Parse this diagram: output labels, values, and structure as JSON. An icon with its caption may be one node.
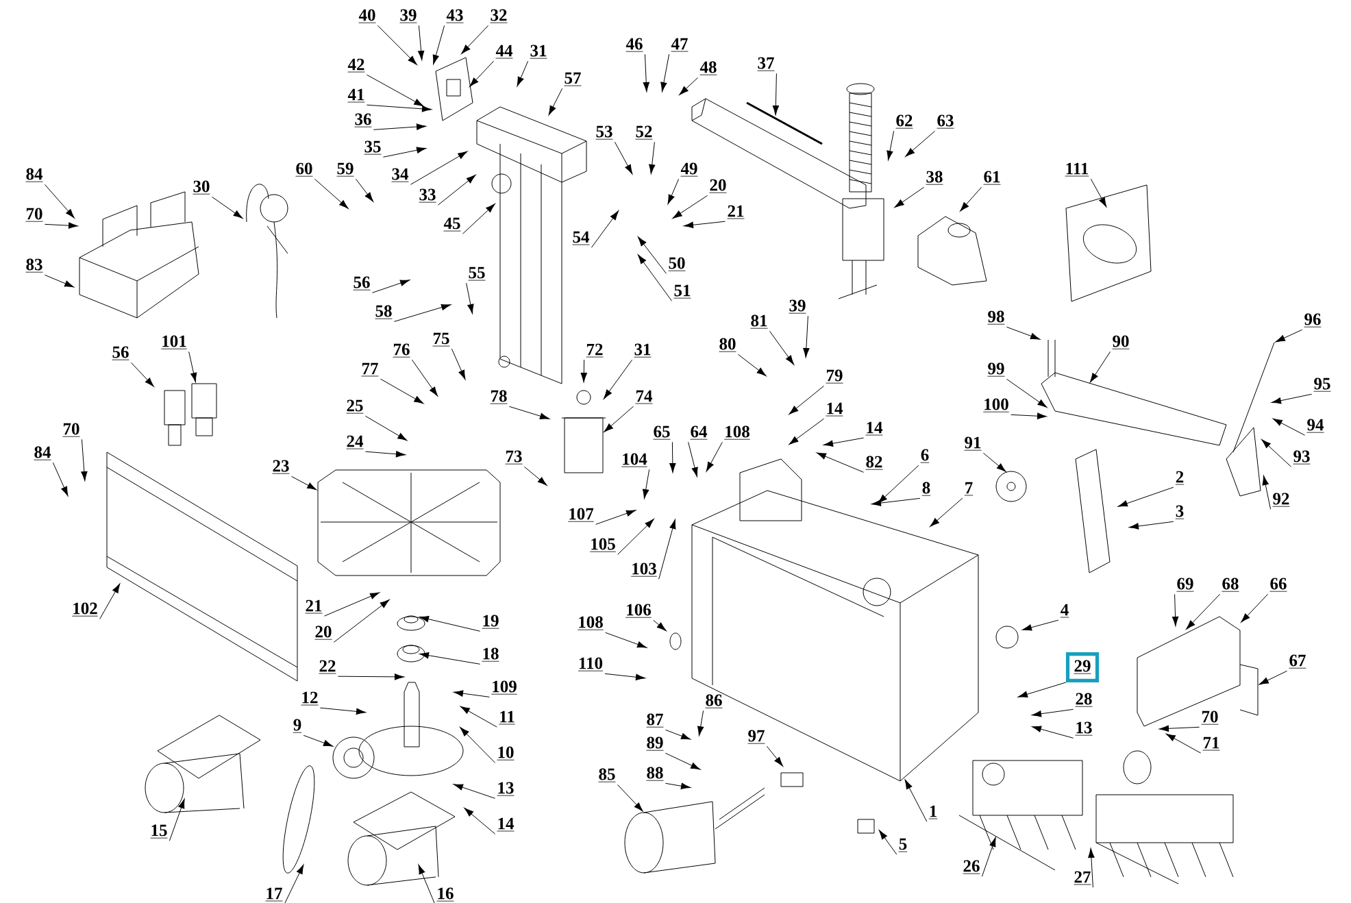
{
  "diagram": {
    "nodes": [
      {
        "text": [
          "40"
        ]
      },
      {
        "text": [
          "39"
        ]
      },
      {
        "text": [
          "43"
        ]
      },
      {
        "text": [
          "32"
        ]
      },
      {
        "text": [
          "42"
        ]
      },
      {
        "text": [
          "44"
        ]
      },
      {
        "text": [
          "31"
        ]
      },
      {
        "text": [
          "41"
        ]
      },
      {
        "text": [
          "36"
        ]
      },
      {
        "text": [
          "57"
        ]
      },
      {
        "text": [
          "35"
        ]
      },
      {
        "text": [
          "34"
        ]
      },
      {
        "text": [
          "33"
        ]
      },
      {
        "text": [
          "45"
        ]
      },
      {
        "text": [
          "84"
        ]
      },
      {
        "text": [
          "70"
        ]
      },
      {
        "text": [
          "83"
        ]
      },
      {
        "text": [
          "30"
        ]
      },
      {
        "text": [
          "60"
        ]
      },
      {
        "text": [
          "59"
        ]
      },
      {
        "text": [
          "46"
        ]
      },
      {
        "text": [
          "47"
        ]
      },
      {
        "text": [
          "48"
        ]
      },
      {
        "text": [
          "37"
        ]
      },
      {
        "text": [
          "53"
        ]
      },
      {
        "text": [
          "52"
        ]
      },
      {
        "text": [
          "49"
        ]
      },
      {
        "text": [
          "20"
        ]
      },
      {
        "text": [
          "21"
        ]
      },
      {
        "text": [
          "54"
        ]
      },
      {
        "text": [
          "50"
        ]
      },
      {
        "text": [
          "51"
        ]
      },
      {
        "text": [
          "62"
        ]
      },
      {
        "text": [
          "63"
        ]
      },
      {
        "text": [
          "38"
        ]
      },
      {
        "text": [
          "61"
        ]
      },
      {
        "text": [
          "111"
        ]
      },
      {
        "text": [
          "56"
        ]
      },
      {
        "text": [
          "58"
        ]
      },
      {
        "text": [
          "55"
        ]
      },
      {
        "text": [
          "101"
        ]
      },
      {
        "text": [
          "56"
        ]
      },
      {
        "text": [
          "76"
        ]
      },
      {
        "text": [
          "75"
        ]
      },
      {
        "text": [
          "77"
        ]
      },
      {
        "text": [
          "72"
        ]
      },
      {
        "text": [
          "31"
        ]
      },
      {
        "text": [
          "80"
        ]
      },
      {
        "text": [
          "81"
        ]
      },
      {
        "text": [
          "39"
        ]
      },
      {
        "text": [
          "79"
        ]
      },
      {
        "text": [
          "14"
        ]
      },
      {
        "text": [
          "14"
        ]
      },
      {
        "text": [
          "82"
        ]
      },
      {
        "text": [
          "74"
        ]
      },
      {
        "text": [
          "78"
        ]
      },
      {
        "text": [
          "98"
        ]
      },
      {
        "text": [
          "90"
        ]
      },
      {
        "text": [
          "96"
        ]
      },
      {
        "text": [
          "99"
        ]
      },
      {
        "text": [
          "100"
        ]
      },
      {
        "text": [
          "95"
        ]
      },
      {
        "text": [
          "94"
        ]
      },
      {
        "text": [
          "93"
        ]
      },
      {
        "text": [
          "92"
        ]
      },
      {
        "text": [
          "91"
        ]
      },
      {
        "text": [
          "25"
        ]
      },
      {
        "text": [
          "24"
        ]
      },
      {
        "text": [
          "84"
        ]
      },
      {
        "text": [
          "70"
        ]
      },
      {
        "text": [
          "6"
        ]
      },
      {
        "text": [
          "8"
        ]
      },
      {
        "text": [
          "7"
        ]
      },
      {
        "text": [
          "2"
        ]
      },
      {
        "text": [
          "3"
        ]
      },
      {
        "text": [
          "23"
        ]
      },
      {
        "text": [
          "65"
        ]
      },
      {
        "text": [
          "64"
        ]
      },
      {
        "text": [
          "108"
        ]
      },
      {
        "text": [
          "73"
        ]
      },
      {
        "text": [
          "104"
        ]
      },
      {
        "text": [
          "107"
        ]
      },
      {
        "text": [
          "105"
        ]
      },
      {
        "text": [
          "103"
        ]
      },
      {
        "text": [
          "102"
        ]
      },
      {
        "text": [
          "21"
        ]
      },
      {
        "text": [
          "20"
        ]
      },
      {
        "text": [
          "19"
        ]
      },
      {
        "text": [
          "18"
        ]
      },
      {
        "text": [
          "22"
        ]
      },
      {
        "text": [
          "106"
        ]
      },
      {
        "text": [
          "108"
        ]
      },
      {
        "text": [
          "4"
        ]
      },
      {
        "text": [
          "69"
        ]
      },
      {
        "text": [
          "68"
        ]
      },
      {
        "text": [
          "66"
        ]
      },
      {
        "text": [
          "29"
        ]
      },
      {
        "text": [
          "109"
        ]
      },
      {
        "text": [
          "110"
        ]
      },
      {
        "text": [
          "67"
        ]
      },
      {
        "text": [
          "12"
        ]
      },
      {
        "text": [
          "11"
        ]
      },
      {
        "text": [
          "28"
        ]
      },
      {
        "text": [
          "87"
        ]
      },
      {
        "text": [
          "86"
        ]
      },
      {
        "text": [
          "9"
        ]
      },
      {
        "text": [
          "10"
        ]
      },
      {
        "text": [
          "13"
        ]
      },
      {
        "text": [
          "70"
        ]
      },
      {
        "text": [
          "89"
        ]
      },
      {
        "text": [
          "71"
        ]
      },
      {
        "text": [
          "97"
        ]
      },
      {
        "text": [
          "88"
        ]
      },
      {
        "text": [
          "13"
        ]
      },
      {
        "text": [
          "85"
        ]
      },
      {
        "text": [
          "1"
        ]
      },
      {
        "text": [
          "14"
        ]
      },
      {
        "text": [
          "5"
        ]
      },
      {
        "text": [
          "15"
        ]
      },
      {
        "text": [
          "26"
        ]
      },
      {
        "text": [
          "17"
        ]
      },
      {
        "text": [
          "16"
        ]
      },
      {
        "text": [
          "27"
        ]
      }
    ],
    "edges": [
      {
        "from": 0,
        "to": null,
        "arrow": "to"
      },
      {
        "from": 1,
        "to": null,
        "arrow": "to"
      },
      {
        "from": 2,
        "to": null,
        "arrow": "to"
      },
      {
        "from": 3,
        "to": null,
        "arrow": "to"
      },
      {
        "from": 4,
        "to": null,
        "arrow": "to"
      },
      {
        "from": 5,
        "to": null,
        "arrow": "to"
      },
      {
        "from": 6,
        "to": null,
        "arrow": "to"
      },
      {
        "from": 7,
        "to": null,
        "arrow": "to"
      },
      {
        "from": 8,
        "to": null,
        "arrow": "to"
      },
      {
        "from": 9,
        "to": null,
        "arrow": "to"
      },
      {
        "from": 10,
        "to": null,
        "arrow": "to"
      },
      {
        "from": 11,
        "to": null,
        "arrow": "to"
      },
      {
        "from": 12,
        "to": null,
        "arrow": "to"
      },
      {
        "from": 13,
        "to": null,
        "arrow": "to"
      },
      {
        "from": 14,
        "to": null,
        "arrow": "to"
      },
      {
        "from": 15,
        "to": null,
        "arrow": "to"
      },
      {
        "from": 16,
        "to": null,
        "arrow": "to"
      },
      {
        "from": 17,
        "to": null,
        "arrow": "to"
      },
      {
        "from": 18,
        "to": null,
        "arrow": "to"
      },
      {
        "from": 19,
        "to": null,
        "arrow": "to"
      },
      {
        "from": 20,
        "to": null,
        "arrow": "to"
      },
      {
        "from": 21,
        "to": null,
        "arrow": "to"
      },
      {
        "from": 22,
        "to": null,
        "arrow": "to"
      },
      {
        "from": 23,
        "to": null,
        "arrow": "to"
      },
      {
        "from": 24,
        "to": null,
        "arrow": "to"
      },
      {
        "from": 25,
        "to": null,
        "arrow": "to"
      },
      {
        "from": 26,
        "to": null,
        "arrow": "to"
      },
      {
        "from": 27,
        "to": null,
        "arrow": "to"
      },
      {
        "from": 28,
        "to": null,
        "arrow": "to"
      },
      {
        "from": 29,
        "to": null,
        "arrow": "to"
      },
      {
        "from": 30,
        "to": null,
        "arrow": "to"
      },
      {
        "from": 31,
        "to": null,
        "arrow": "to"
      },
      {
        "from": 32,
        "to": null,
        "arrow": "to"
      },
      {
        "from": 33,
        "to": null,
        "arrow": "to"
      },
      {
        "from": 34,
        "to": null,
        "arrow": "to"
      },
      {
        "from": 35,
        "to": null,
        "arrow": "to"
      },
      {
        "from": 36,
        "to": null,
        "arrow": "to"
      },
      {
        "from": 37,
        "to": null,
        "arrow": "to"
      },
      {
        "from": 38,
        "to": null,
        "arrow": "to"
      },
      {
        "from": 39,
        "to": null,
        "arrow": "to"
      },
      {
        "from": 40,
        "to": null,
        "arrow": "to"
      },
      {
        "from": 41,
        "to": null,
        "arrow": "to"
      },
      {
        "from": 42,
        "to": null,
        "arrow": "to"
      },
      {
        "from": 43,
        "to": null,
        "arrow": "to"
      },
      {
        "from": 44,
        "to": null,
        "arrow": "to"
      },
      {
        "from": 45,
        "to": null,
        "arrow": "to"
      },
      {
        "from": 46,
        "to": null,
        "arrow": "to"
      },
      {
        "from": 47,
        "to": null,
        "arrow": "to"
      },
      {
        "from": 48,
        "to": null,
        "arrow": "to"
      },
      {
        "from": 49,
        "to": null,
        "arrow": "to"
      },
      {
        "from": 50,
        "to": null,
        "arrow": "to"
      },
      {
        "from": 51,
        "to": null,
        "arrow": "to"
      },
      {
        "from": 52,
        "to": null,
        "arrow": "to"
      },
      {
        "from": 53,
        "to": null,
        "arrow": "to"
      },
      {
        "from": 54,
        "to": null,
        "arrow": "to"
      },
      {
        "from": 55,
        "to": null,
        "arrow": "to"
      },
      {
        "from": 56,
        "to": null,
        "arrow": "to"
      },
      {
        "from": 57,
        "to": null,
        "arrow": "to"
      },
      {
        "from": 58,
        "to": null,
        "arrow": "to"
      },
      {
        "from": 59,
        "to": null,
        "arrow": "to"
      },
      {
        "from": 60,
        "to": null,
        "arrow": "to"
      },
      {
        "from": 61,
        "to": null,
        "arrow": "to"
      },
      {
        "from": 62,
        "to": null,
        "arrow": "to"
      },
      {
        "from": 63,
        "to": null,
        "arrow": "to"
      },
      {
        "from": 64,
        "to": null,
        "arrow": "to"
      },
      {
        "from": 65,
        "to": null,
        "arrow": "to"
      },
      {
        "from": 66,
        "to": null,
        "arrow": "to"
      },
      {
        "from": 67,
        "to": null,
        "arrow": "to"
      },
      {
        "from": 68,
        "to": null,
        "arrow": "to"
      },
      {
        "from": 69,
        "to": null,
        "arrow": "to"
      },
      {
        "from": 70,
        "to": null,
        "arrow": "to"
      },
      {
        "from": 71,
        "to": null,
        "arrow": "to"
      },
      {
        "from": 72,
        "to": null,
        "arrow": "to"
      },
      {
        "from": 73,
        "to": null,
        "arrow": "to"
      },
      {
        "from": 74,
        "to": null,
        "arrow": "to"
      },
      {
        "from": 75,
        "to": null,
        "arrow": "to"
      },
      {
        "from": 76,
        "to": null,
        "arrow": "to"
      },
      {
        "from": 77,
        "to": null,
        "arrow": "to"
      },
      {
        "from": 78,
        "to": null,
        "arrow": "to"
      },
      {
        "from": 79,
        "to": null,
        "arrow": "to"
      },
      {
        "from": 80,
        "to": null,
        "arrow": "to"
      },
      {
        "from": 81,
        "to": null,
        "arrow": "to"
      },
      {
        "from": 82,
        "to": null,
        "arrow": "to"
      },
      {
        "from": 83,
        "to": null,
        "arrow": "to"
      },
      {
        "from": 84,
        "to": null,
        "arrow": "to"
      },
      {
        "from": 85,
        "to": null,
        "arrow": "to"
      },
      {
        "from": 86,
        "to": null,
        "arrow": "to"
      },
      {
        "from": 87,
        "to": null,
        "arrow": "to"
      },
      {
        "from": 88,
        "to": null,
        "arrow": "to"
      },
      {
        "from": 89,
        "to": null,
        "arrow": "to"
      },
      {
        "from": 90,
        "to": null,
        "arrow": "to"
      },
      {
        "from": 91,
        "to": null,
        "arrow": "to"
      },
      {
        "from": 92,
        "to": null,
        "arrow": "to"
      },
      {
        "from": 93,
        "to": null,
        "arrow": "to"
      },
      {
        "from": 94,
        "to": null,
        "arrow": "to"
      },
      {
        "from": 95,
        "to": null,
        "arrow": "to"
      },
      {
        "from": 96,
        "to": null,
        "arrow": "to"
      },
      {
        "from": 97,
        "to": null,
        "arrow": "to"
      },
      {
        "from": 98,
        "to": null,
        "arrow": "to"
      },
      {
        "from": 99,
        "to": null,
        "arrow": "to"
      },
      {
        "from": 100,
        "to": null,
        "arrow": "to"
      },
      {
        "from": 101,
        "to": null,
        "arrow": "to"
      },
      {
        "from": 102,
        "to": null,
        "arrow": "to"
      },
      {
        "from": 103,
        "to": null,
        "arrow": "to"
      },
      {
        "from": 104,
        "to": null,
        "arrow": "to"
      },
      {
        "from": 105,
        "to": null,
        "arrow": "to"
      },
      {
        "from": 106,
        "to": null,
        "arrow": "to"
      },
      {
        "from": 107,
        "to": null,
        "arrow": "to"
      },
      {
        "from": 108,
        "to": null,
        "arrow": "to"
      },
      {
        "from": 109,
        "to": null,
        "arrow": "to"
      },
      {
        "from": 110,
        "to": null,
        "arrow": "to"
      },
      {
        "from": 111,
        "to": null,
        "arrow": "to"
      },
      {
        "from": 112,
        "to": null,
        "arrow": "to"
      },
      {
        "from": 113,
        "to": null,
        "arrow": "to"
      },
      {
        "from": 114,
        "to": null,
        "arrow": "to"
      },
      {
        "from": 115,
        "to": null,
        "arrow": "to"
      },
      {
        "from": 116,
        "to": null,
        "arrow": "to"
      },
      {
        "from": 117,
        "to": null,
        "arrow": "to"
      },
      {
        "from": 118,
        "to": null,
        "arrow": "to"
      },
      {
        "from": 119,
        "to": null,
        "arrow": "to"
      },
      {
        "from": 120,
        "to": null,
        "arrow": "to"
      },
      {
        "from": 121,
        "to": null,
        "arrow": "to"
      },
      {
        "from": 122,
        "to": null,
        "arrow": "to"
      }
    ]
  }
}
